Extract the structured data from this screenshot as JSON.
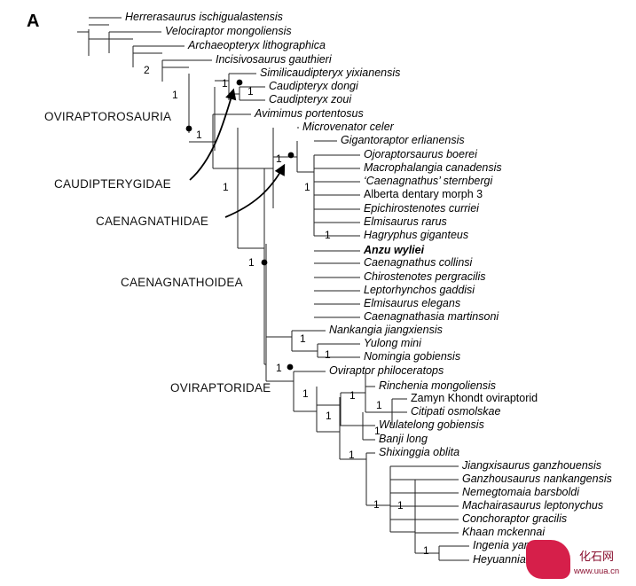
{
  "panel_label": "A",
  "taxa": [
    "Herrerasaurus ischigualastensis",
    "Velociraptor mongoliensis",
    "Archaeopteryx lithographica",
    "Incisivosaurus gauthieri",
    "Similicaudipteryx yixianensis",
    "Caudipteryx dongi",
    "Caudipteryx zoui",
    "Avimimus portentosus",
    "Microvenator celer",
    "Gigantoraptor erlianensis",
    "Ojoraptorsaurus boerei",
    "Macrophalangia canadensis",
    "‘Caenagnathus’ sternbergi",
    "Alberta dentary morph 3",
    "Epichirostenotes curriei",
    "Elmisaurus rarus",
    "Hagryphus giganteus",
    "Anzu wyliei",
    "Caenagnathus collinsi",
    "Chirostenotes pergracilis",
    "Leptorhynchos gaddisi",
    "Elmisaurus elegans",
    "Caenagnathasia martinsoni",
    "Nankangia jiangxiensis",
    "Yulong mini",
    "Nomingia gobiensis",
    "Oviraptor philoceratops",
    "Rinchenia mongoliensis",
    "Zamyn Khondt oviraptorid",
    "Citipati osmolskae",
    "Wulatelong gobiensis",
    "Banji long",
    "Shixinggia oblita",
    "Jiangxisaurus ganzhouensis",
    "Ganzhousaurus nankangensis",
    "Nemegtomaia barsboldi",
    "Machairasaurus leptonychus",
    "Conchoraptor gracilis",
    "Khaan mckennai",
    "Ingenia yanshini",
    "Heyuannia huangi"
  ],
  "support_values": [
    "2",
    "1",
    "1",
    "1",
    "1",
    "1",
    "1",
    "1",
    "1",
    "1",
    "1",
    "1",
    "1",
    "1",
    "1",
    "1",
    "1",
    "1",
    "1",
    "1",
    "1",
    "1"
  ],
  "clade_labels": {
    "oviraptorosauria": "OVIRAPTOROSAURIA",
    "caudipterygidae": "CAUDIPTERYGIDAE",
    "caenagnathidae": "CAENAGNATHIDAE",
    "caenagnathoidea": "CAENAGNATHOIDEA",
    "oviraptoridae": "OVIRAPTORIDAE"
  },
  "watermark": {
    "brand": "化石网",
    "url": "www.uua.cn",
    "color": "#d61f4a"
  }
}
